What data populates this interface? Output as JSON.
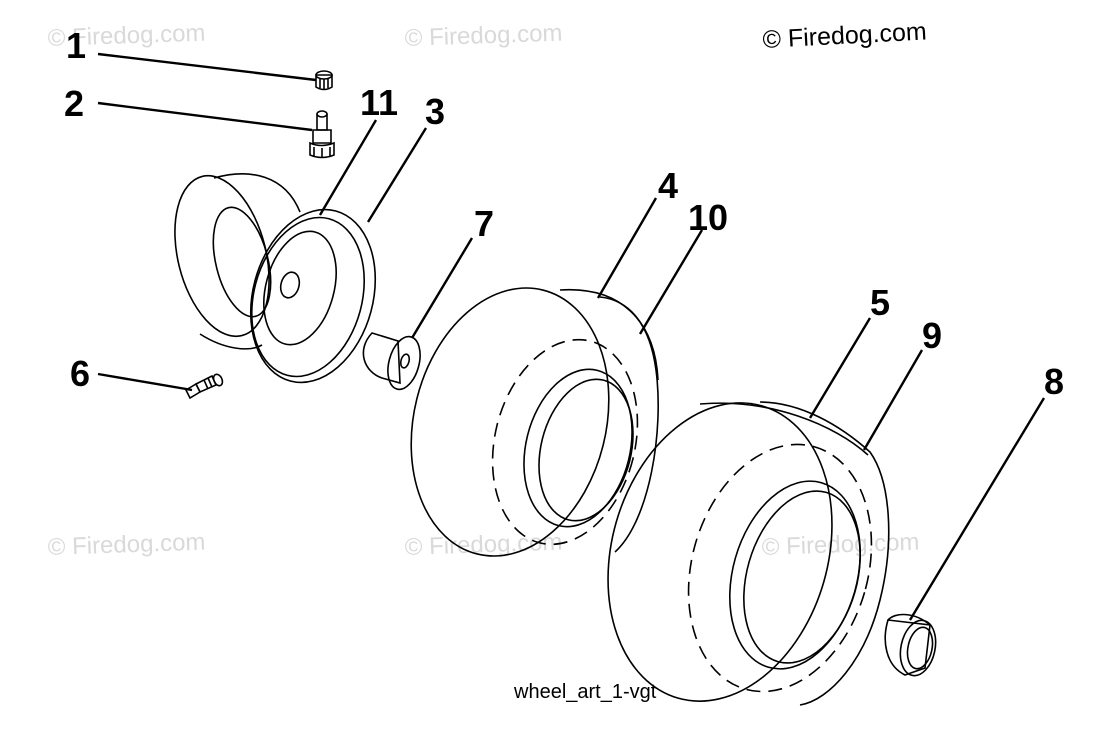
{
  "copyright": "© Firedog.com",
  "watermarks": [
    "© Firedog.com",
    "© Firedog.com",
    "© Firedog.com",
    "© Firedog.com",
    "© Firedog.com"
  ],
  "caption": "wheel_art_1-vgt",
  "callouts": [
    {
      "label": "1",
      "part": "valve-cap"
    },
    {
      "label": "2",
      "part": "valve-stem"
    },
    {
      "label": "11",
      "part": "rim-inner-edge"
    },
    {
      "label": "3",
      "part": "rim-outer-edge"
    },
    {
      "label": "7",
      "part": "bushing"
    },
    {
      "label": "4",
      "part": "front-tire"
    },
    {
      "label": "10",
      "part": "front-tire-tread"
    },
    {
      "label": "5",
      "part": "rear-tire"
    },
    {
      "label": "9",
      "part": "rear-tire-tread"
    },
    {
      "label": "8",
      "part": "hub-cap"
    },
    {
      "label": "6",
      "part": "grease-fitting"
    }
  ]
}
